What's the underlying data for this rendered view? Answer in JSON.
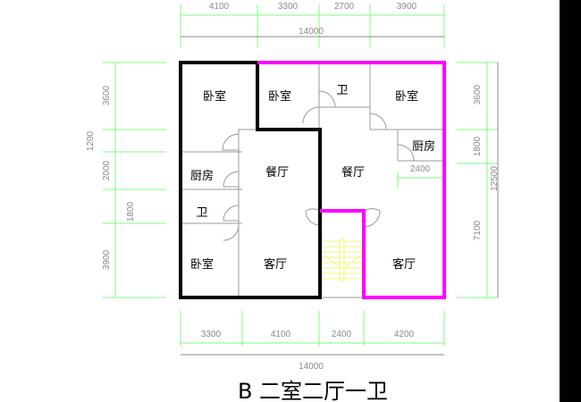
{
  "title": "B 二室二厅一卫",
  "colors": {
    "unit_a_wall": "#000000",
    "unit_b_wall": "#ff00ff",
    "dimension": "#7CFC7C",
    "stair": "#f4f47a"
  },
  "dimensions": {
    "top": [
      "4100",
      "3300",
      "2700",
      "3900"
    ],
    "top_total": "14000",
    "bottom": [
      "3300",
      "4100",
      "2400",
      "4200"
    ],
    "bottom_total": "14000",
    "left": [
      "3600",
      "1200",
      "2000",
      "1800",
      "3900"
    ],
    "right": [
      "3600",
      "1800",
      "7100"
    ],
    "right_total": "12500",
    "kitchen_width": "2400"
  },
  "rooms": {
    "a_bedroom_top": "卧室",
    "a_kitchen": "厨房",
    "a_bath": "卫",
    "a_bedroom_bottom": "卧室",
    "a_dining": "餐厅",
    "a_living": "客厅",
    "b_bedroom_left": "卧室",
    "b_bath": "卫",
    "b_bedroom_right": "卧室",
    "b_kitchen": "厨房",
    "b_dining": "餐厅",
    "b_living": "客厅"
  }
}
